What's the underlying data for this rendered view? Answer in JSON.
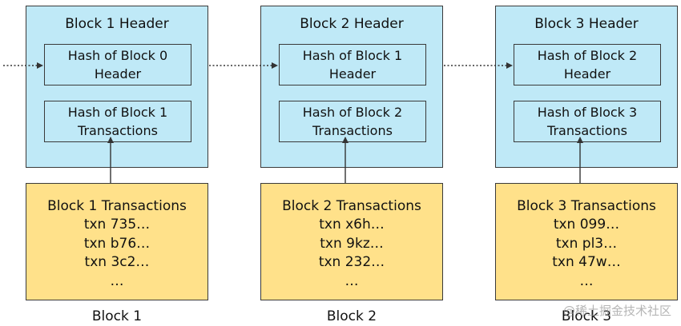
{
  "blocks": [
    {
      "header_title": "Block 1 Header",
      "prev_hash": [
        "Hash of Block 0",
        "Header"
      ],
      "tx_hash": [
        "Hash of Block 1",
        "Transactions"
      ],
      "tx_title": "Block 1 Transactions",
      "txns": [
        "txn 735…",
        "txn b76…",
        "txn 3c2…",
        "…"
      ],
      "label": "Block 1"
    },
    {
      "header_title": "Block 2 Header",
      "prev_hash": [
        "Hash of Block 1",
        "Header"
      ],
      "tx_hash": [
        "Hash of Block 2",
        "Transactions"
      ],
      "tx_title": "Block 2 Transactions",
      "txns": [
        "txn x6h…",
        "txn 9kz…",
        "txn 232…",
        "…"
      ],
      "label": "Block 2"
    },
    {
      "header_title": "Block 3 Header",
      "prev_hash": [
        "Hash of Block 2",
        "Header"
      ],
      "tx_hash": [
        "Hash of Block 3",
        "Transactions"
      ],
      "tx_title": "Block 3 Transactions",
      "txns": [
        "txn 099…",
        "txn pl3…",
        "txn 47w…",
        "…"
      ],
      "label": "Block 3"
    }
  ],
  "watermark": "@稀土掘金技术社区",
  "colors": {
    "header_fill": "#bfe9f7",
    "transactions_fill": "#ffe18a",
    "border": "#3a3a3a"
  }
}
